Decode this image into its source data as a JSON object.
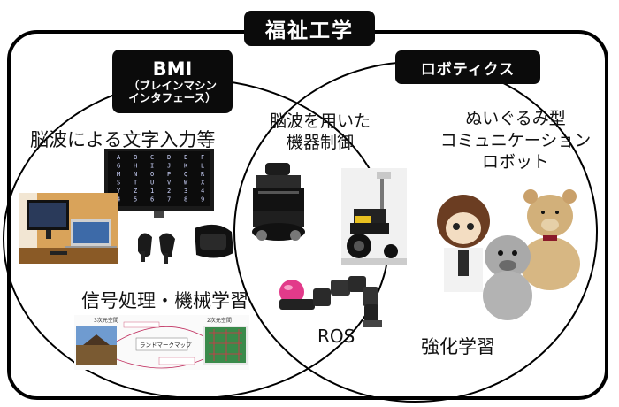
{
  "title": "福祉工学",
  "bmi": {
    "heading": "BMI",
    "subheading_line1": "（ブレインマシン",
    "subheading_line2": "インタフェース）"
  },
  "robotics": {
    "heading": "ロボティクス"
  },
  "bmi_topics": {
    "top": "脳波による文字入力等",
    "bottom": "信号処理・機械学習"
  },
  "overlap": {
    "line1": "脳波を用いた",
    "line2": "機器制御",
    "ros": "ROS"
  },
  "robot_topics": {
    "line1": "ぬいぐるみ型",
    "line2": "コミュニケーション",
    "line3": "ロボット",
    "bottom": "強化学習"
  },
  "figure": {
    "left_label": "3次元空間",
    "right_label": "2次元空間",
    "landmark": "ランドマークマップ"
  },
  "keyboard_letters": [
    "A",
    "G",
    "M",
    "S",
    "Y",
    "4",
    "B",
    "H",
    "N",
    "T",
    "Z",
    "5",
    "C",
    "I",
    "O",
    "U",
    "1",
    "6",
    "D",
    "J",
    "P",
    "V",
    "2",
    "7",
    "E",
    "K",
    "Q",
    "W",
    "3",
    "8",
    "F",
    "L",
    "R",
    "X",
    "4",
    "9"
  ]
}
